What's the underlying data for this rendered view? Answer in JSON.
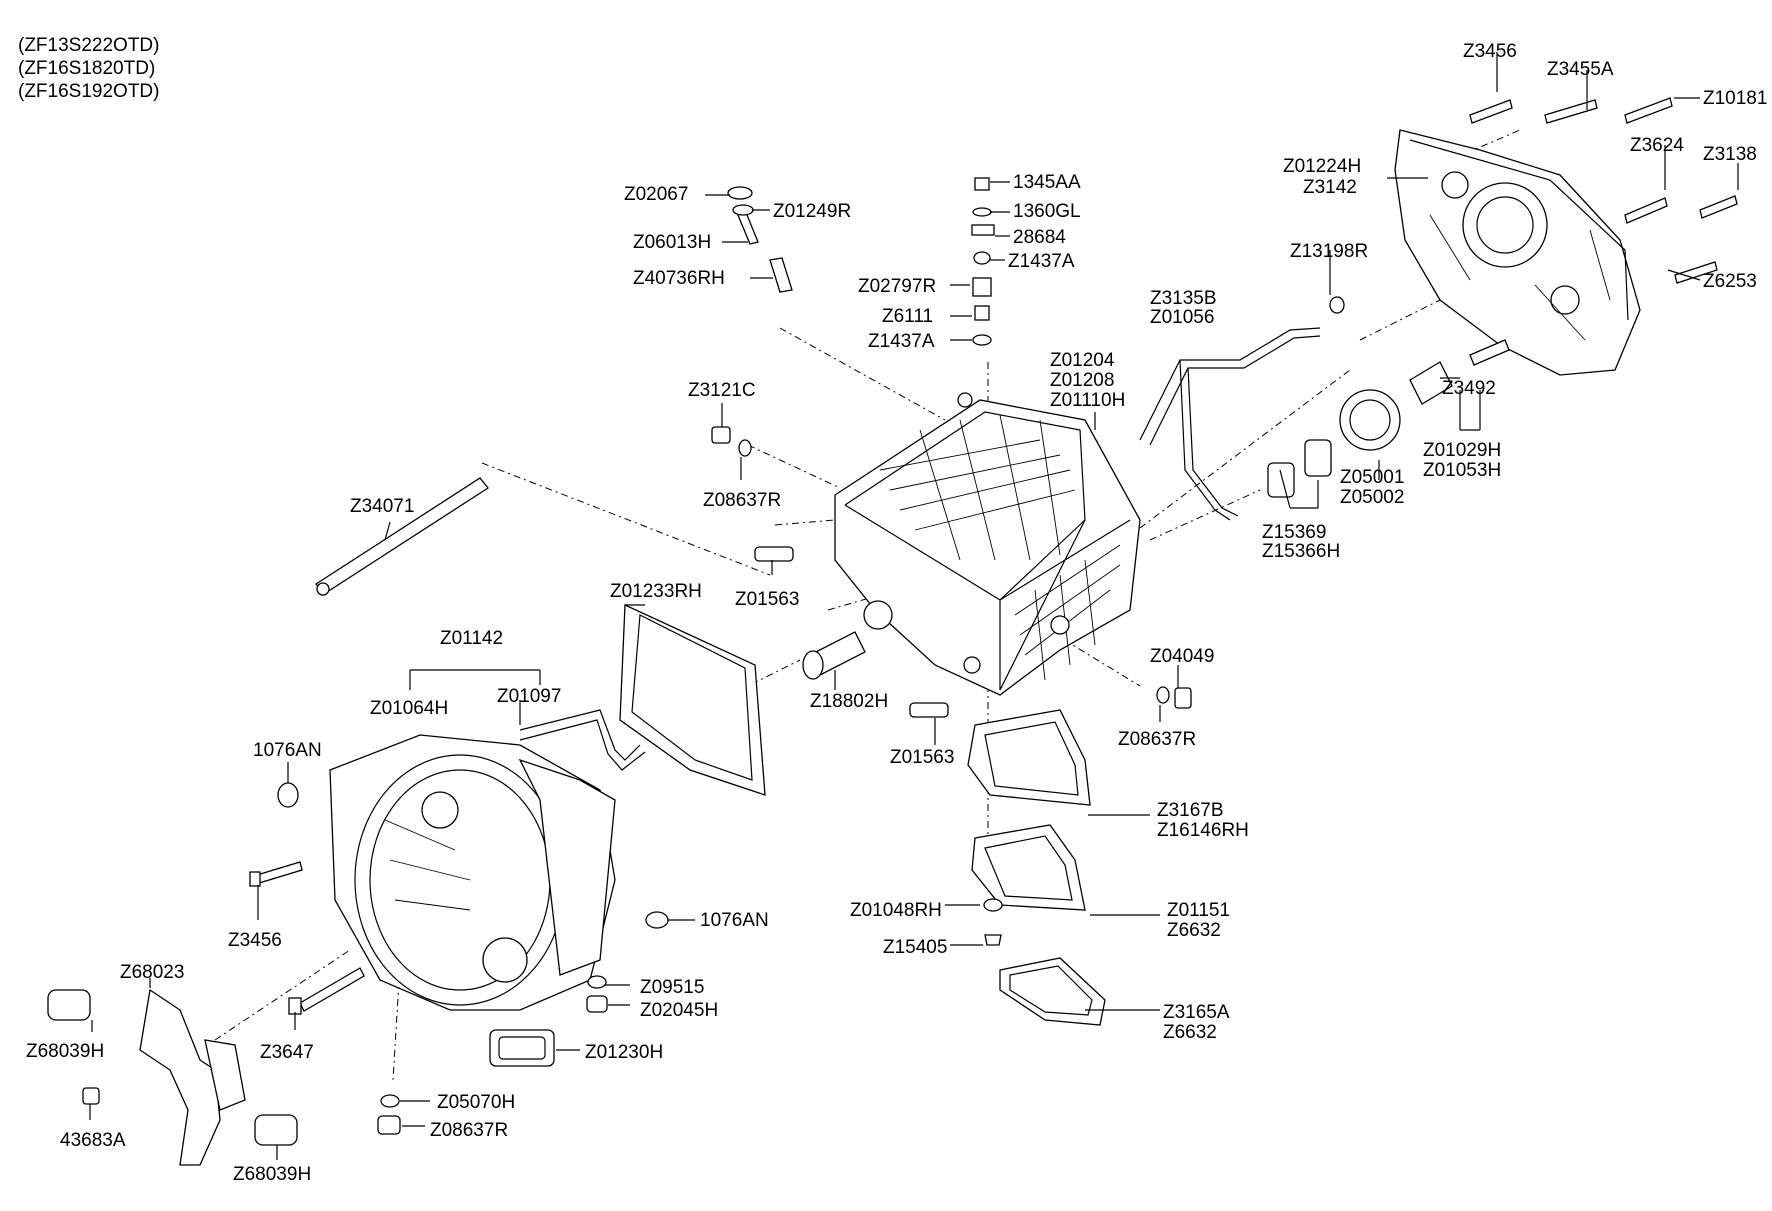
{
  "models": [
    "(ZF13S222OTD)",
    "(ZF16S1820TD)",
    "(ZF16S192OTD)"
  ],
  "labels": {
    "z3456_top": "Z3456",
    "z3455a": "Z3455A",
    "z10181": "Z10181",
    "z01224h": "Z01224H",
    "z3142": "Z3142",
    "z3624": "Z3624",
    "z3138": "Z3138",
    "z6253": "Z6253",
    "z13198r": "Z13198R",
    "z3135b": "Z3135B",
    "z01056": "Z01056",
    "z3492": "Z3492",
    "z01029h": "Z01029H",
    "z01053h": "Z01053H",
    "z05001": "Z05001",
    "z05002": "Z05002",
    "z15369": "Z15369",
    "z15366h": "Z15366H",
    "z02067": "Z02067",
    "z01249r": "Z01249R",
    "z06013h": "Z06013H",
    "z40736rh": "Z40736RH",
    "p1345aa": "1345AA",
    "p1360gl": "1360GL",
    "p28684": "28684",
    "z1437a_1": "Z1437A",
    "z02797r": "Z02797R",
    "z6111": "Z6111",
    "z1437a_2": "Z1437A",
    "z01204": "Z01204",
    "z01208": "Z01208",
    "z01110h": "Z01110H",
    "z3121c": "Z3121C",
    "z08637r_1": "Z08637R",
    "z34071": "Z34071",
    "z01563_1": "Z01563",
    "z01233rh": "Z01233RH",
    "z18802h": "Z18802H",
    "z04049": "Z04049",
    "z08637r_2": "Z08637R",
    "z01563_2": "Z01563",
    "z01142": "Z01142",
    "z01064h": "Z01064H",
    "z01097": "Z01097",
    "p1076an_1": "1076AN",
    "z3167b": "Z3167B",
    "z16146rh": "Z16146RH",
    "z01048rh": "Z01048RH",
    "z01151": "Z01151",
    "z6632_1": "Z6632",
    "z15405": "Z15405",
    "z3456_bottom": "Z3456",
    "p1076an_2": "1076AN",
    "z09515": "Z09515",
    "z02045h": "Z02045H",
    "z68023": "Z68023",
    "z68039h_1": "Z68039H",
    "z3647": "Z3647",
    "z01230h": "Z01230H",
    "z3165a": "Z3165A",
    "z6632_2": "Z6632",
    "p43683a": "43683A",
    "z05070h": "Z05070H",
    "z08637r_3": "Z08637R",
    "z68039h_2": "Z68039H"
  }
}
